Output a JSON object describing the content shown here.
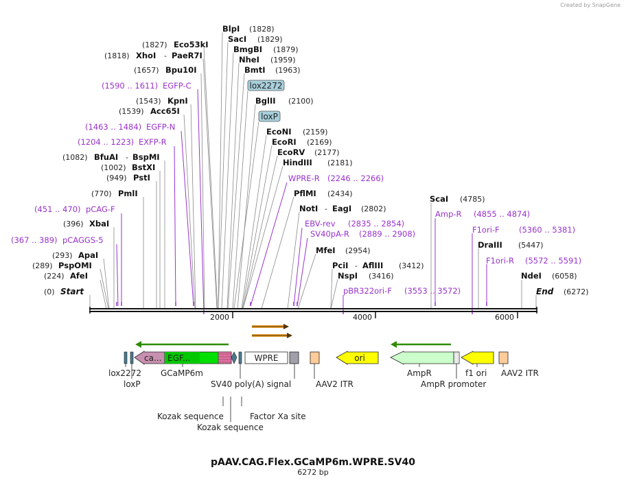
{
  "credit": "Created by SnapGene",
  "title": "pAAV.CAG.Flex.GCaMP6m.WPRE.SV40",
  "subtitle": "6272 bp",
  "backbone_length": 6272,
  "ruler": {
    "ticks": [
      2000,
      4000,
      6000
    ]
  },
  "start": {
    "label": "Start",
    "pos": "(0)"
  },
  "end": {
    "label": "End",
    "pos": "(6272)"
  },
  "sites": [
    {
      "id": "afei",
      "name": "AfeI",
      "pos": "(224)",
      "bp": 224
    },
    {
      "id": "pspomi",
      "name": "PspOMI",
      "pos": "(289)",
      "bp": 289
    },
    {
      "id": "apai",
      "name": "ApaI",
      "pos": "(293)",
      "bp": 293
    },
    {
      "id": "xbai",
      "name": "XbaI",
      "pos": "(396)",
      "bp": 396
    },
    {
      "id": "pmli",
      "name": "PmlI",
      "pos": "(770)",
      "bp": 770
    },
    {
      "id": "psti",
      "name": "PstI",
      "pos": "(949)",
      "bp": 949
    },
    {
      "id": "bstxi",
      "name": "BstXI",
      "pos": "(1002)",
      "bp": 1002
    },
    {
      "id": "bfuai",
      "name": "BfuAI",
      "name2": "BspMI",
      "pos": "(1082)",
      "bp": 1082
    },
    {
      "id": "acc65i",
      "name": "Acc65I",
      "pos": "(1539)",
      "bp": 1539
    },
    {
      "id": "kpni",
      "name": "KpnI",
      "pos": "(1543)",
      "bp": 1543
    },
    {
      "id": "bpu10i",
      "name": "Bpu10I",
      "pos": "(1657)",
      "bp": 1657
    },
    {
      "id": "xhoi",
      "name": "XhoI",
      "name2": "PaeR7I",
      "pos": "(1818)",
      "bp": 1818
    },
    {
      "id": "eco53ki",
      "name": "Eco53kI",
      "pos": "(1827)",
      "bp": 1827
    },
    {
      "id": "blpi",
      "name": "BlpI",
      "pos": "(1828)",
      "bp": 1828
    },
    {
      "id": "saci",
      "name": "SacI",
      "pos": "(1829)",
      "bp": 1829
    },
    {
      "id": "bmgbi",
      "name": "BmgBI",
      "pos": "(1879)",
      "bp": 1879
    },
    {
      "id": "nhei",
      "name": "NheI",
      "pos": "(1959)",
      "bp": 1959
    },
    {
      "id": "bmti",
      "name": "BmtI",
      "pos": "(1963)",
      "bp": 1963
    },
    {
      "id": "bglii",
      "name": "BglII",
      "pos": "(2100)",
      "bp": 2100
    },
    {
      "id": "ecoi",
      "name": "EcoNI",
      "pos": "(2159)",
      "bp": 2159
    },
    {
      "id": "ecori",
      "name": "EcoRI",
      "pos": "(2169)",
      "bp": 2169
    },
    {
      "id": "ecorv",
      "name": "EcoRV",
      "pos": "(2177)",
      "bp": 2177
    },
    {
      "id": "hindiii",
      "name": "HindIII",
      "pos": "(2181)",
      "bp": 2181
    },
    {
      "id": "pflmi",
      "name": "PflMI",
      "pos": "(2434)",
      "bp": 2434
    },
    {
      "id": "noti",
      "name": "NotI",
      "name2": "EagI",
      "pos": "(2802)",
      "bp": 2802
    },
    {
      "id": "mfei",
      "name": "MfeI",
      "pos": "(2954)",
      "bp": 2954
    },
    {
      "id": "pcii",
      "name": "PciI",
      "name2": "AflIII",
      "pos": "(3412)",
      "bp": 3412
    },
    {
      "id": "nspi",
      "name": "NspI",
      "pos": "(3416)",
      "bp": 3416
    },
    {
      "id": "scai",
      "name": "ScaI",
      "pos": "(4785)",
      "bp": 4785
    },
    {
      "id": "draiii",
      "name": "DraIII",
      "pos": "(5447)",
      "bp": 5447
    },
    {
      "id": "ndei",
      "name": "NdeI",
      "pos": "(6058)",
      "bp": 6058
    }
  ],
  "primers": [
    {
      "id": "pcaggs5",
      "name": "pCAGGS-5",
      "range": "(367 .. 389)"
    },
    {
      "id": "pcagf",
      "name": "pCAG-F",
      "range": "(451 .. 470)"
    },
    {
      "id": "exfpr",
      "name": "EXFP-R",
      "range": "(1204 .. 1223)"
    },
    {
      "id": "egfpn",
      "name": "EGFP-N",
      "range": "(1463 .. 1484)"
    },
    {
      "id": "egfpc",
      "name": "EGFP-C",
      "range": "(1590 .. 1611)"
    },
    {
      "id": "wprer",
      "name": "WPRE-R",
      "range": "(2246 .. 2266)"
    },
    {
      "id": "ebvrev",
      "name": "EBV-rev",
      "range": "(2835 .. 2854)"
    },
    {
      "id": "sv40par",
      "name": "SV40pA-R",
      "range": "(2889 .. 2908)"
    },
    {
      "id": "pbr322orif",
      "name": "pBR322ori-F",
      "range": "(3553 .. 3572)"
    },
    {
      "id": "ampr",
      "name": "Amp-R",
      "range": "(4855 .. 4874)"
    },
    {
      "id": "f1orif",
      "name": "F1ori-F",
      "range": "(5360 .. 5381)"
    },
    {
      "id": "f1orir",
      "name": "F1ori-R",
      "range": "(5572 .. 5591)"
    }
  ],
  "boxed_features": [
    {
      "id": "lox2272",
      "name": "lox2272"
    },
    {
      "id": "loxp",
      "name": "loxP"
    }
  ],
  "features": {
    "lox2272": "lox2272",
    "loxp": "loxP",
    "gcamp6m": "GCaMP6m",
    "ca_block": "ca...",
    "egf_block": "EGF...",
    "wpre": "WPRE",
    "sv40pa": "SV40 poly(A) signal",
    "aav2itr1": "AAV2 ITR",
    "ori": "ori",
    "ampr": "AmpR",
    "ampr_promoter": "AmpR promoter",
    "f1ori": "f1 ori",
    "aav2itr2": "AAV2 ITR",
    "kozak1": "Kozak sequence",
    "kozak2": "Kozak sequence",
    "factorxa": "Factor Xa site"
  },
  "colors": {
    "primer": "#9932CC",
    "feature_box": "#A8D0DC",
    "gcamp_pink": "#C890B0",
    "gfp_green": "#00E000",
    "ori_yellow": "#FFFF00",
    "ampr_green": "#CCFFCC",
    "itr_orange": "#FFCC99",
    "orf_arrow": "#2E8B00",
    "orange_arrow": "#E8A030"
  }
}
